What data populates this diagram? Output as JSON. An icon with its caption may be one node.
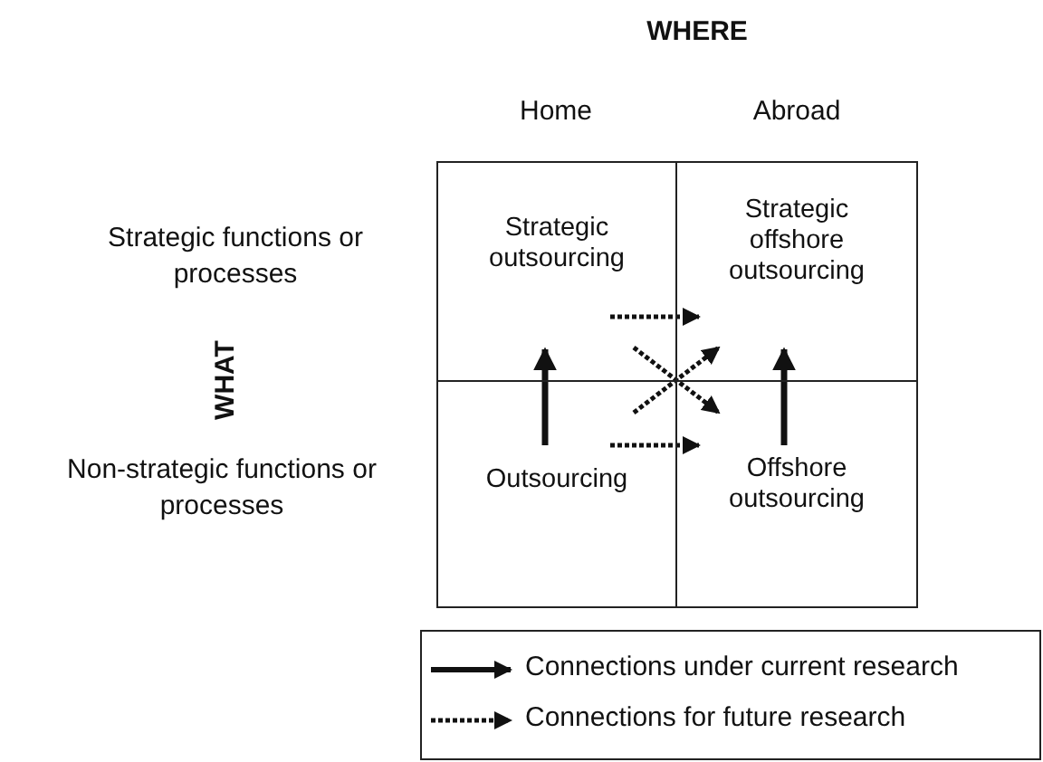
{
  "diagram": {
    "nodes": [
      {
        "text": [
          "Strategic outsourcing"
        ]
      },
      {
        "text": [
          "Strategic offshore outsourcing"
        ]
      },
      {
        "text": [
          "Outsourcing"
        ]
      },
      {
        "text": [
          "Offshore outsourcing"
        ]
      }
    ],
    "edges": [
      {
        "from": 2,
        "to": 0,
        "arrow": "to"
      },
      {
        "from": 3,
        "to": 1,
        "arrow": "to"
      },
      {
        "from": 0,
        "to": 1,
        "arrow": "to",
        "style": "dashed"
      },
      {
        "from": 2,
        "to": 3,
        "arrow": "to",
        "style": "dashed"
      },
      {
        "from": 0,
        "to": 3,
        "arrow": "to",
        "style": "dashed"
      },
      {
        "from": 2,
        "to": 1,
        "arrow": "to",
        "style": "dashed"
      }
    ],
    "labels": [
      "WHERE",
      "Home",
      "Abroad",
      "Strategic functions or processes",
      "WHAT",
      "Non-strategic functions or processes"
    ],
    "legend": [
      {
        "text": "Connections under current research"
      },
      {
        "text": "Connections for future research"
      }
    ]
  }
}
